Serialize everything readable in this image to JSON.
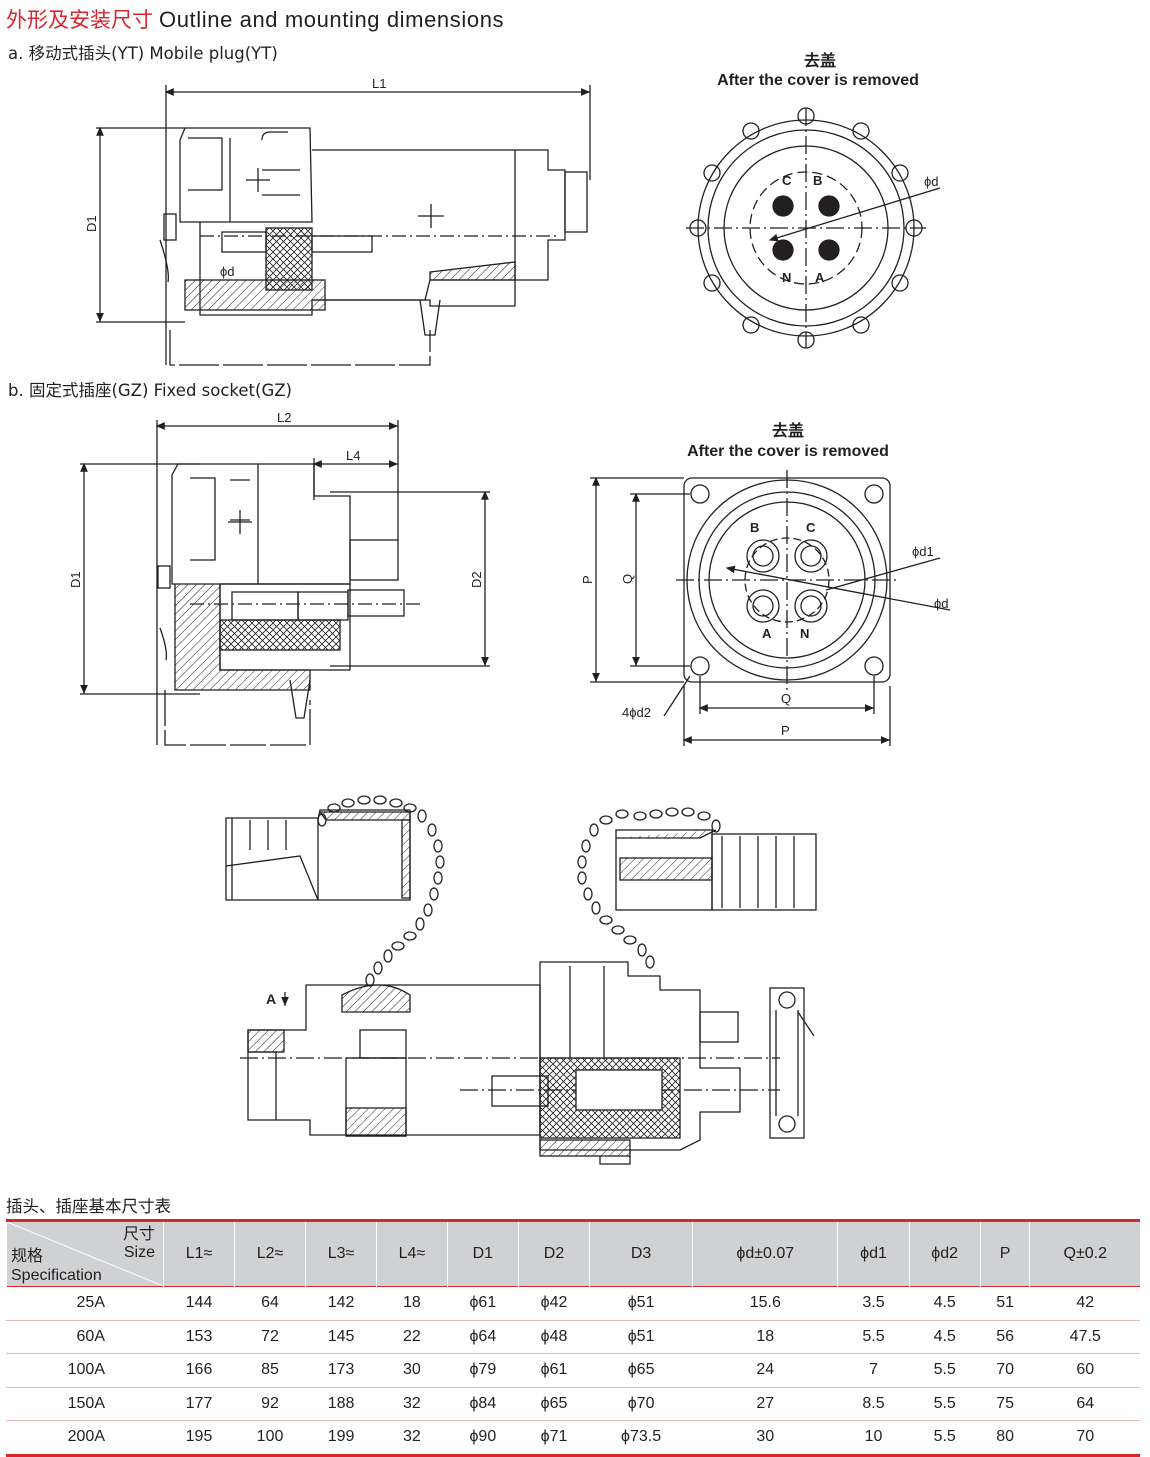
{
  "header": {
    "title_cn": "外形及安装尺寸",
    "title_en": "Outline and mounting dimensions",
    "section_a": "a. 移动式插头(YT)  Mobile plug(YT)",
    "section_b": "b. 固定式插座(GZ)  Fixed socket(GZ)"
  },
  "drawing_labels": {
    "cover_removed_cn": "去盖",
    "cover_removed_en": "After the cover is removed",
    "L1": "L1",
    "L2": "L2",
    "L4": "L4",
    "D1": "D1",
    "D2": "D2",
    "phi_d": "ϕd",
    "phi_d1": "ϕd1",
    "four_phi_d2": "4ϕd2",
    "P": "P",
    "Q": "Q",
    "pin_C": "C",
    "pin_B": "B",
    "pin_N": "N",
    "pin_A": "A",
    "section_A": "A"
  },
  "table": {
    "title": "插头、插座基本尺寸表",
    "corner": {
      "size_cn": "尺寸",
      "size_en": "Size",
      "spec_cn": "规格",
      "spec_en": "Specification"
    },
    "headers": [
      "L1≈",
      "L2≈",
      "L3≈",
      "L4≈",
      "D1",
      "D2",
      "D3",
      "ϕd±0.07",
      "ϕd1",
      "ϕd2",
      "P",
      "Q±0.2"
    ],
    "rows": [
      {
        "size": "25A",
        "values": [
          "144",
          "64",
          "142",
          "18",
          "ϕ61",
          "ϕ42",
          "ϕ51",
          "15.6",
          "3.5",
          "4.5",
          "51",
          "42"
        ]
      },
      {
        "size": "60A",
        "values": [
          "153",
          "72",
          "145",
          "22",
          "ϕ64",
          "ϕ48",
          "ϕ51",
          "18",
          "5.5",
          "4.5",
          "56",
          "47.5"
        ]
      },
      {
        "size": "100A",
        "values": [
          "166",
          "85",
          "173",
          "30",
          "ϕ79",
          "ϕ61",
          "ϕ65",
          "24",
          "7",
          "5.5",
          "70",
          "60"
        ]
      },
      {
        "size": "150A",
        "values": [
          "177",
          "92",
          "188",
          "32",
          "ϕ84",
          "ϕ65",
          "ϕ70",
          "27",
          "8.5",
          "5.5",
          "75",
          "64"
        ]
      },
      {
        "size": "200A",
        "values": [
          "195",
          "100",
          "199",
          "32",
          "ϕ90",
          "ϕ71",
          "ϕ73.5",
          "30",
          "10",
          "5.5",
          "80",
          "70"
        ]
      }
    ]
  },
  "colors": {
    "accent": "#d7262d",
    "header_bg": "#d0d1d3",
    "ink": "#231f20"
  }
}
